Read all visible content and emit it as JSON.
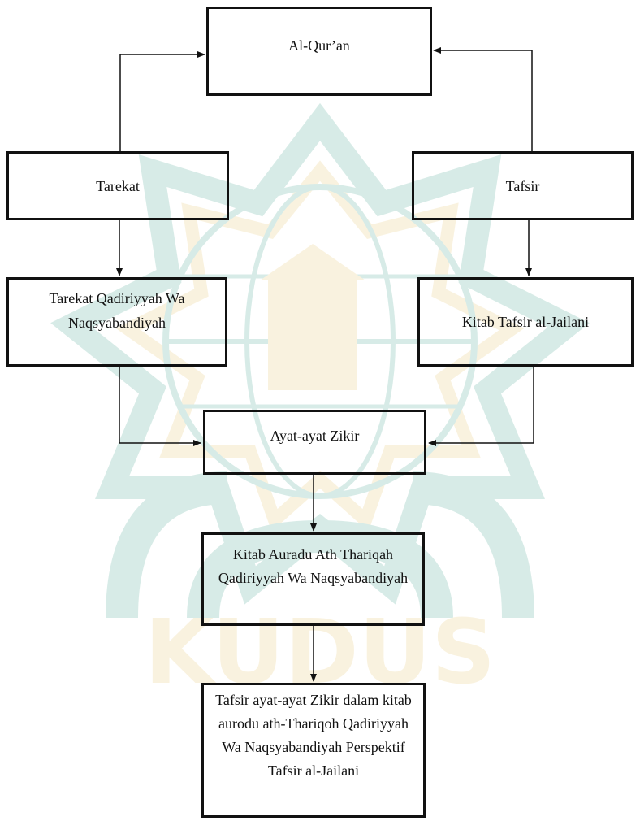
{
  "diagram": {
    "nodes": {
      "quran": {
        "label": "Al-Qur’an"
      },
      "tarekat": {
        "label": "Tarekat"
      },
      "tafsir": {
        "label": "Tafsir"
      },
      "tqn": {
        "label": "Tarekat Qadiriyyah Wa Naqsyabandiyah"
      },
      "jailani": {
        "label": "Kitab Tafsir al-Jailani"
      },
      "zikir": {
        "label": "Ayat-ayat Zikir"
      },
      "auradu": {
        "label": "Kitab Auradu Ath Thariqah Qadiriyyah Wa Naqsyabandiyah"
      },
      "final": {
        "label": "Tafsir ayat-ayat Zikir dalam kitab aurodu ath-Thariqoh Qadiriyyah Wa Naqsyabandiyah Perspektif Tafsir al-Jailani"
      }
    },
    "edges": [
      {
        "from": "tarekat",
        "to": "quran"
      },
      {
        "from": "tafsir",
        "to": "quran"
      },
      {
        "from": "tarekat",
        "to": "tqn"
      },
      {
        "from": "tafsir",
        "to": "jailani"
      },
      {
        "from": "tqn",
        "to": "zikir"
      },
      {
        "from": "jailani",
        "to": "zikir"
      },
      {
        "from": "zikir",
        "to": "auradu"
      },
      {
        "from": "auradu",
        "to": "final"
      }
    ],
    "watermark": {
      "text": "KUDUS",
      "colors": {
        "green": "#0f8a6e",
        "gold": "#e0b341"
      }
    }
  }
}
